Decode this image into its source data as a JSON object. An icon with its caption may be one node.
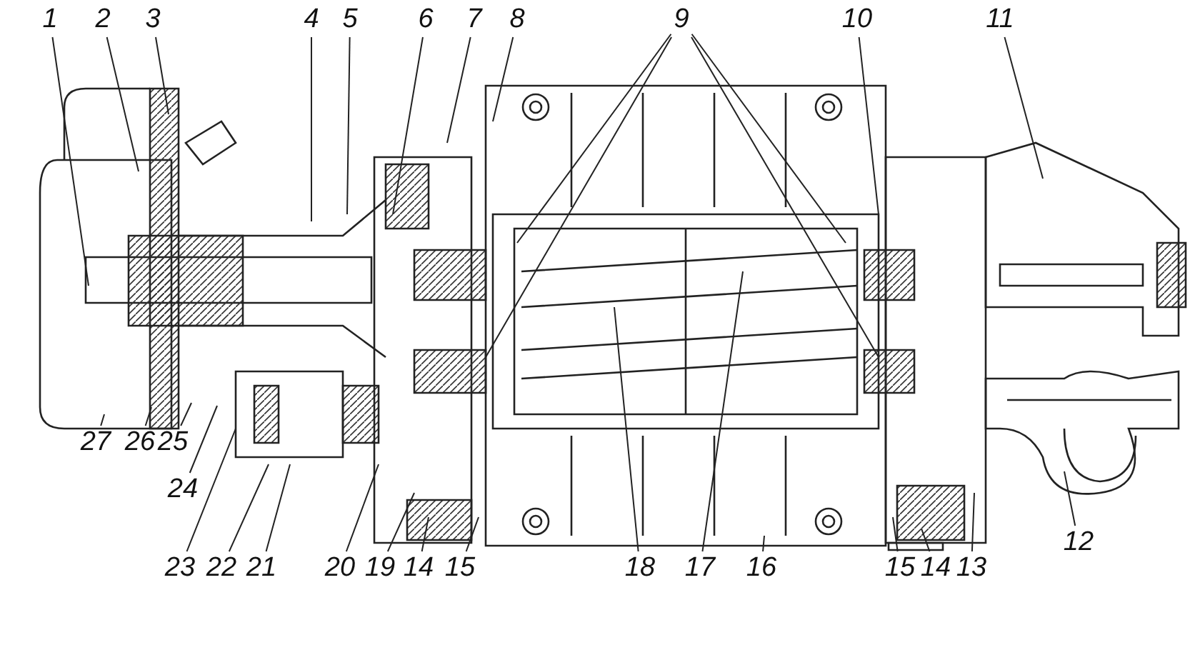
{
  "diagram": {
    "nodes": [
      {
        "text": [
          "1"
        ]
      },
      {
        "text": [
          "2"
        ]
      },
      {
        "text": [
          "3"
        ]
      },
      {
        "text": [
          "4"
        ]
      },
      {
        "text": [
          "5"
        ]
      },
      {
        "text": [
          "6"
        ]
      },
      {
        "text": [
          "7"
        ]
      },
      {
        "text": [
          "8"
        ]
      },
      {
        "text": [
          "9"
        ]
      },
      {
        "text": [
          "10"
        ]
      },
      {
        "text": [
          "11"
        ]
      },
      {
        "text": [
          "27"
        ]
      },
      {
        "text": [
          "26"
        ]
      },
      {
        "text": [
          "25"
        ]
      },
      {
        "text": [
          "24"
        ]
      },
      {
        "text": [
          "23"
        ]
      },
      {
        "text": [
          "22"
        ]
      },
      {
        "text": [
          "21"
        ]
      },
      {
        "text": [
          "20"
        ]
      },
      {
        "text": [
          "19"
        ]
      },
      {
        "text": [
          "14"
        ]
      },
      {
        "text": [
          "15"
        ]
      },
      {
        "text": [
          "18"
        ]
      },
      {
        "text": [
          "17"
        ]
      },
      {
        "text": [
          "16"
        ]
      },
      {
        "text": [
          "15"
        ]
      },
      {
        "text": [
          "14"
        ]
      },
      {
        "text": [
          "13"
        ]
      },
      {
        "text": [
          "12"
        ]
      }
    ],
    "edges": [
      {
        "from": 0,
        "to": null,
        "arrow": "none"
      },
      {
        "from": 1,
        "to": null,
        "arrow": "none"
      },
      {
        "from": 2,
        "to": null,
        "arrow": "none"
      },
      {
        "from": 3,
        "to": null,
        "arrow": "none"
      },
      {
        "from": 4,
        "to": null,
        "arrow": "none"
      },
      {
        "from": 5,
        "to": null,
        "arrow": "none"
      },
      {
        "from": 6,
        "to": null,
        "arrow": "none"
      },
      {
        "from": 7,
        "to": null,
        "arrow": "none"
      },
      {
        "from": 8,
        "to": null,
        "arrow": "none"
      },
      {
        "from": 8,
        "to": null,
        "arrow": "none"
      },
      {
        "from": 8,
        "to": null,
        "arrow": "none"
      },
      {
        "from": 8,
        "to": null,
        "arrow": "none"
      },
      {
        "from": 9,
        "to": null,
        "arrow": "none"
      },
      {
        "from": 10,
        "to": null,
        "arrow": "none"
      },
      {
        "from": 11,
        "to": null,
        "arrow": "none"
      },
      {
        "from": 12,
        "to": null,
        "arrow": "none"
      },
      {
        "from": 13,
        "to": null,
        "arrow": "none"
      },
      {
        "from": 14,
        "to": null,
        "arrow": "none"
      },
      {
        "from": 15,
        "to": null,
        "arrow": "none"
      },
      {
        "from": 16,
        "to": null,
        "arrow": "none"
      },
      {
        "from": 17,
        "to": null,
        "arrow": "none"
      },
      {
        "from": 18,
        "to": null,
        "arrow": "none"
      },
      {
        "from": 19,
        "to": null,
        "arrow": "none"
      },
      {
        "from": 20,
        "to": null,
        "arrow": "none"
      },
      {
        "from": 21,
        "to": null,
        "arrow": "none"
      },
      {
        "from": 22,
        "to": null,
        "arrow": "none"
      },
      {
        "from": 23,
        "to": null,
        "arrow": "none"
      },
      {
        "from": 24,
        "to": null,
        "arrow": "none"
      },
      {
        "from": 25,
        "to": null,
        "arrow": "none"
      },
      {
        "from": 26,
        "to": null,
        "arrow": "none"
      },
      {
        "from": 27,
        "to": null,
        "arrow": "none"
      },
      {
        "from": 28,
        "to": null,
        "arrow": "none"
      }
    ]
  }
}
